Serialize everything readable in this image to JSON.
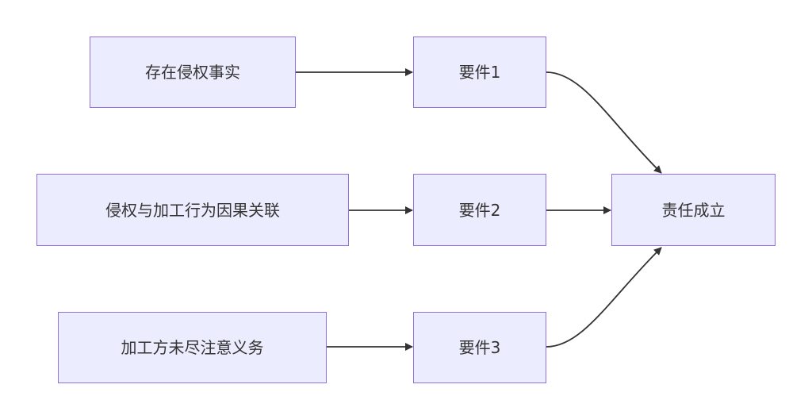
{
  "colors": {
    "node_fill": "#ececff",
    "node_border": "#9370db",
    "edge": "#333333",
    "text": "#333333",
    "background": "#ffffff"
  },
  "nodes": [
    {
      "id": "A",
      "label": "存在侵权事实"
    },
    {
      "id": "B",
      "label": "侵权与加工行为因果关联"
    },
    {
      "id": "C",
      "label": "加工方未尽注意义务"
    },
    {
      "id": "E1",
      "label": "要件1"
    },
    {
      "id": "E2",
      "label": "要件2"
    },
    {
      "id": "E3",
      "label": "要件3"
    },
    {
      "id": "R",
      "label": "责任成立"
    }
  ],
  "edges": [
    {
      "from": "A",
      "to": "E1"
    },
    {
      "from": "B",
      "to": "E2"
    },
    {
      "from": "C",
      "to": "E3"
    },
    {
      "from": "E1",
      "to": "R"
    },
    {
      "from": "E2",
      "to": "R"
    },
    {
      "from": "E3",
      "to": "R"
    }
  ]
}
